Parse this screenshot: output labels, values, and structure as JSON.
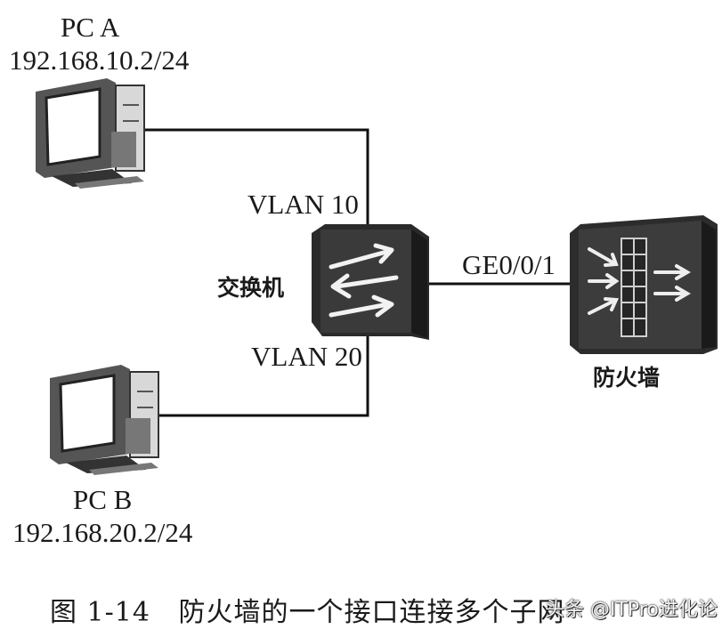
{
  "nodes": {
    "pc_a": {
      "name": "PC A",
      "ip": "192.168.10.2/24"
    },
    "pc_b": {
      "name": "PC B",
      "ip": "192.168.20.2/24"
    },
    "switch": {
      "name": "交换机"
    },
    "firewall": {
      "name": "防火墙"
    }
  },
  "links": {
    "vlan_a": "VLAN 10",
    "vlan_b": "VLAN 20",
    "uplink": "GE0/0/1"
  },
  "caption": "图 1-14   防火墙的一个接口连接多个子网",
  "watermark": "头条 @ITPro进化论"
}
